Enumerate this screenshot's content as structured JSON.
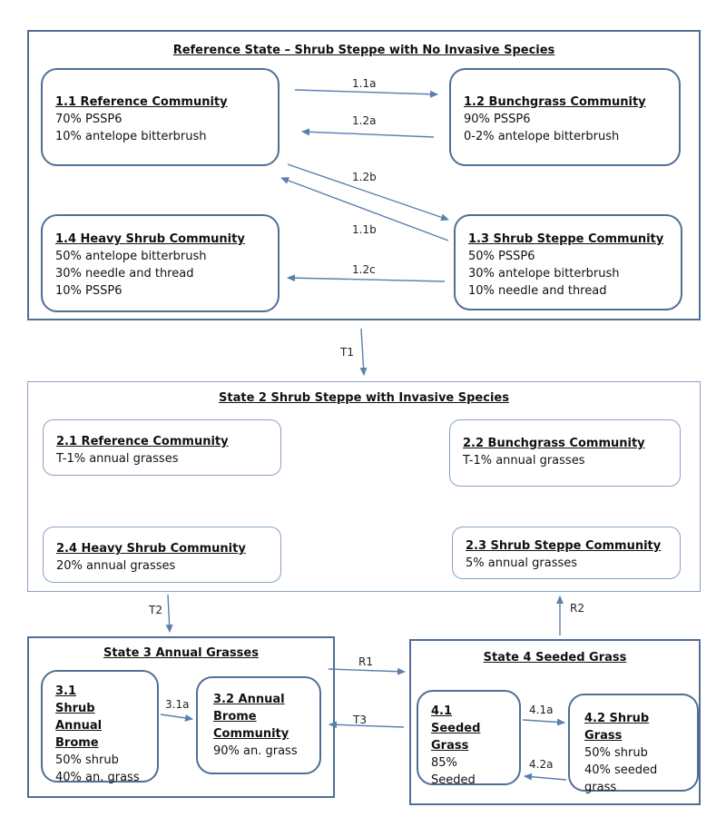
{
  "state1": {
    "title": "Reference State – Shrub Steppe with No Invasive Species",
    "c11": {
      "title": "1.1 Reference Community",
      "lines": [
        "70% PSSP6",
        "10% antelope bitterbrush"
      ]
    },
    "c12": {
      "title": "1.2 Bunchgrass Community",
      "lines": [
        "90% PSSP6",
        "0-2% antelope bitterbrush"
      ]
    },
    "c13": {
      "title": "1.3 Shrub Steppe Community",
      "lines": [
        "50% PSSP6",
        "30% antelope bitterbrush",
        "10% needle and thread"
      ]
    },
    "c14": {
      "title": "1.4 Heavy Shrub Community",
      "lines": [
        "50% antelope bitterbrush",
        "30% needle and thread",
        "10% PSSP6"
      ]
    }
  },
  "state2": {
    "title": "State 2 Shrub Steppe with Invasive Species",
    "c21": {
      "title": "2.1  Reference Community",
      "lines": [
        "T-1% annual grasses"
      ]
    },
    "c22": {
      "title": "2.2 Bunchgrass Community",
      "lines": [
        "T-1% annual grasses"
      ]
    },
    "c23": {
      "title": "2.3 Shrub Steppe Community",
      "lines": [
        "5% annual grasses"
      ]
    },
    "c24": {
      "title": "2.4 Heavy Shrub Community",
      "lines": [
        "20% annual grasses"
      ]
    }
  },
  "state3": {
    "title": "State 3 Annual Grasses",
    "c31": {
      "title": "3.1 Shrub Annual Brome",
      "lines": [
        "50% shrub",
        "40% an. grass"
      ]
    },
    "c32": {
      "title": "3.2 Annual Brome Community",
      "lines": [
        "90% an. grass"
      ]
    }
  },
  "state4": {
    "title": "State 4 Seeded Grass",
    "c41": {
      "title": "4.1 Seeded Grass",
      "lines": [
        "85%",
        "Seeded"
      ]
    },
    "c42": {
      "title": "4.2 Shrub Grass",
      "lines": [
        "50% shrub",
        "40% seeded",
        "grass"
      ]
    }
  },
  "labels": {
    "p11a": "1.1a",
    "p12a": "1.2a",
    "p12b": "1.2b",
    "p11b": "1.1b",
    "p12c": "1.2c",
    "t1": "T1",
    "t2": "T2",
    "t3": "T3",
    "r1": "R1",
    "r2": "R2",
    "p31a": "3.1a",
    "p41a": "4.1a",
    "p42a": "4.2a"
  },
  "colors": {
    "border": "#4f6f95",
    "thin_border": "#8aa2bf",
    "arrow": "#5b7fae"
  }
}
